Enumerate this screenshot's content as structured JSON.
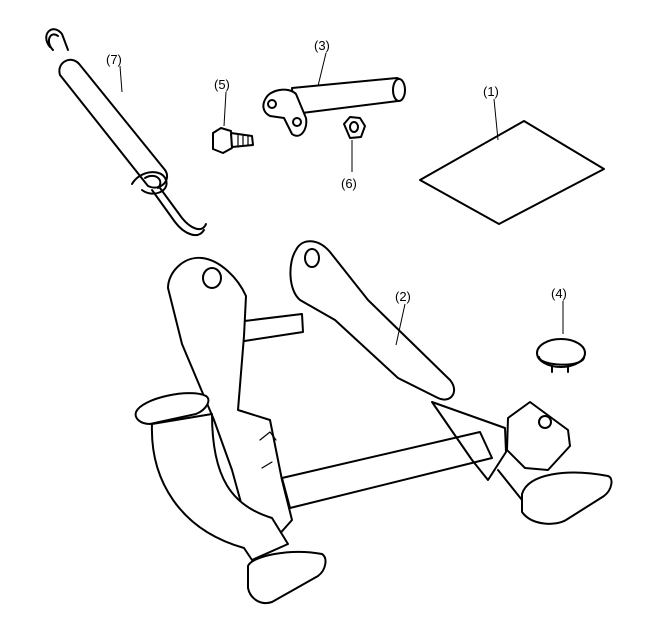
{
  "labels": {
    "item1": "(1)",
    "item2": "(2)",
    "item3": "(3)",
    "item4": "(4)",
    "item5": "(5)",
    "item6": "(6)",
    "item7": "(7)"
  }
}
